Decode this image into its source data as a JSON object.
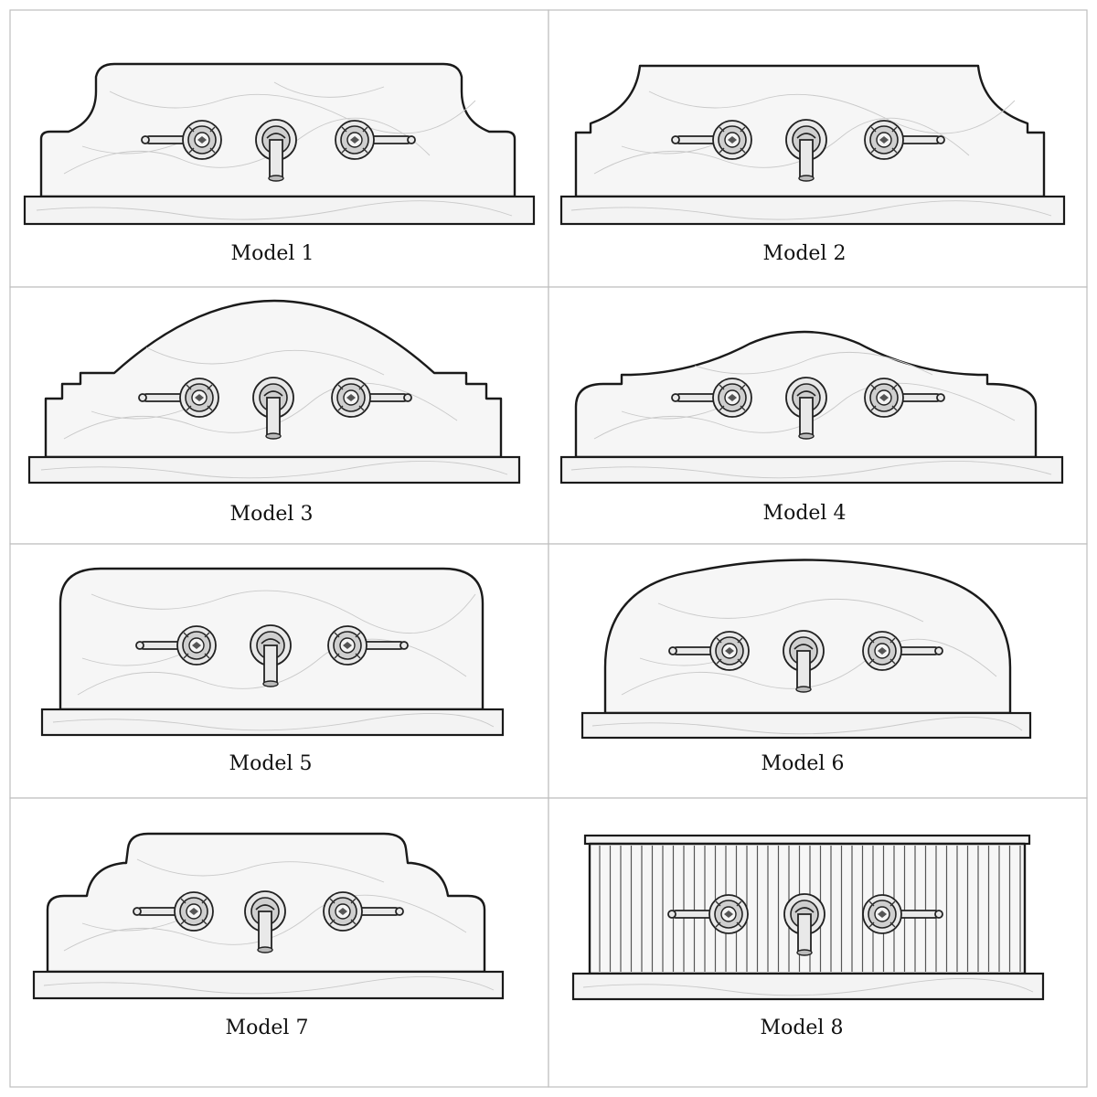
{
  "models": [
    {
      "label": "Model 1",
      "shape": "shouldered-cove"
    },
    {
      "label": "Model 2",
      "shape": "notched-cove"
    },
    {
      "label": "Model 3",
      "shape": "stepped-arch"
    },
    {
      "label": "Model 4",
      "shape": "wave"
    },
    {
      "label": "Model 5",
      "shape": "rounded-rectangle"
    },
    {
      "label": "Model 6",
      "shape": "arch"
    },
    {
      "label": "Model 7",
      "shape": "stepped-cloud"
    },
    {
      "label": "Model 8",
      "shape": "fluted"
    }
  ],
  "icons": {
    "handle": "lever-handle-icon",
    "spout": "wall-spout-icon"
  },
  "colors": {
    "outline": "#1a1a1a",
    "stone": "#f6f6f6",
    "vein": "#c9c9c9",
    "frame": "#bdbdbd"
  }
}
